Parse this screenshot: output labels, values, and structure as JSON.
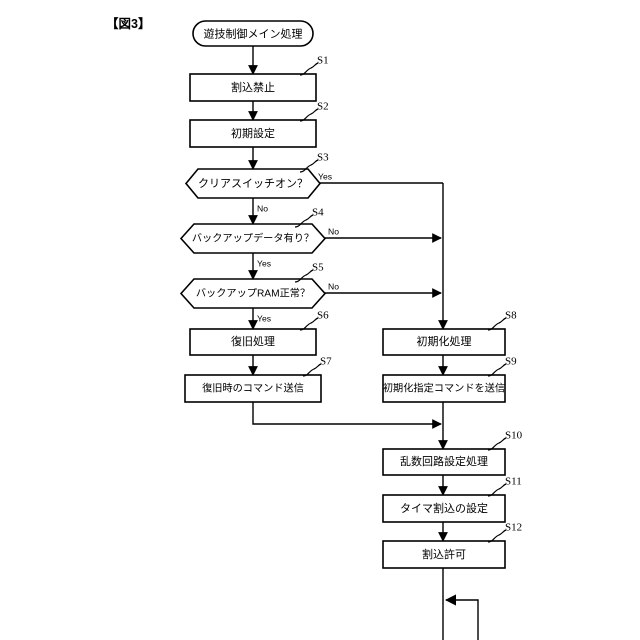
{
  "figure": {
    "label": "【図3】",
    "title": "遊技制御メイン処理 フローチャート"
  },
  "diagram": {
    "type": "flowchart",
    "start_node": {
      "id": "start",
      "shape": "terminator",
      "label": "遊技制御メイン処理"
    },
    "nodes": [
      {
        "id": "S1",
        "shape": "process",
        "label": "割込禁止",
        "step": "S1",
        "column": "left"
      },
      {
        "id": "S2",
        "shape": "process",
        "label": "初期設定",
        "step": "S2",
        "column": "left"
      },
      {
        "id": "S3",
        "shape": "decision",
        "label": "クリアスイッチオン？",
        "step": "S3",
        "column": "left"
      },
      {
        "id": "S4",
        "shape": "decision",
        "label": "バックアップデータ有り？",
        "step": "S4",
        "column": "left"
      },
      {
        "id": "S5",
        "shape": "decision",
        "label": "バックアップRAM正常？",
        "step": "S5",
        "column": "left"
      },
      {
        "id": "S6",
        "shape": "process",
        "label": "復旧処理",
        "step": "S6",
        "column": "left"
      },
      {
        "id": "S7",
        "shape": "process",
        "label": "復旧時のコマンド送信",
        "step": "S7",
        "column": "left"
      },
      {
        "id": "S8",
        "shape": "process",
        "label": "初期化処理",
        "step": "S8",
        "column": "right"
      },
      {
        "id": "S9",
        "shape": "process",
        "label": "初期化指定コマンドを送信",
        "step": "S9",
        "column": "right"
      },
      {
        "id": "S10",
        "shape": "process",
        "label": "乱数回路設定処理",
        "step": "S10",
        "column": "right"
      },
      {
        "id": "S11",
        "shape": "process",
        "label": "タイマ割込の設定",
        "step": "S11",
        "column": "right"
      },
      {
        "id": "S12",
        "shape": "process",
        "label": "割込許可",
        "step": "S12",
        "column": "right"
      }
    ],
    "branch_labels": {
      "s3_yes": "Yes",
      "s3_no": "No",
      "s4_no": "No",
      "s4_yes": "Yes",
      "s5_no": "No",
      "s5_yes": "Yes"
    },
    "edges": [
      {
        "from": "start",
        "to": "S1",
        "label": ""
      },
      {
        "from": "S1",
        "to": "S2",
        "label": ""
      },
      {
        "from": "S2",
        "to": "S3",
        "label": ""
      },
      {
        "from": "S3",
        "to": "S4",
        "label": "No"
      },
      {
        "from": "S3",
        "to": "S8",
        "label": "Yes"
      },
      {
        "from": "S4",
        "to": "S5",
        "label": "Yes"
      },
      {
        "from": "S4",
        "to": "S8",
        "label": "No"
      },
      {
        "from": "S5",
        "to": "S6",
        "label": "Yes"
      },
      {
        "from": "S5",
        "to": "S8",
        "label": "No"
      },
      {
        "from": "S6",
        "to": "S7",
        "label": ""
      },
      {
        "from": "S7",
        "to": "S10",
        "label": ""
      },
      {
        "from": "S8",
        "to": "S9",
        "label": ""
      },
      {
        "from": "S9",
        "to": "S10",
        "label": ""
      },
      {
        "from": "S10",
        "to": "S11",
        "label": ""
      },
      {
        "from": "S11",
        "to": "S12",
        "label": ""
      },
      {
        "from": "S12",
        "to": "loop-back",
        "label": ""
      }
    ],
    "loop_back": {
      "id": "loop-back",
      "description": "無限ループ復帰線"
    },
    "colors": {
      "stroke": "#000000",
      "fill": "#ffffff",
      "background": "#ffffff"
    }
  }
}
